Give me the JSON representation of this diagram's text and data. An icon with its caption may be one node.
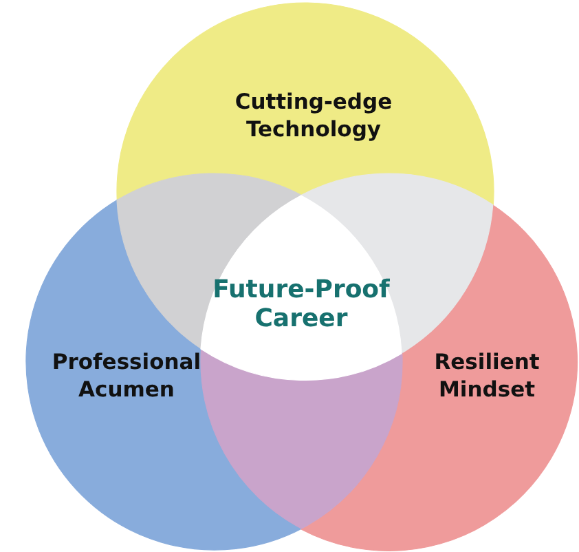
{
  "diagram": {
    "nodes": [
      {
        "text": [
          "Cutting-edge Technology"
        ]
      },
      {
        "text": [],
        "shape": "lens"
      },
      {
        "text": [],
        "shape": "lens"
      },
      {
        "text": [
          "Future-Proof Career"
        ]
      },
      {
        "text": [
          "Professional Acumen"
        ]
      },
      {
        "text": [
          "Resilient Mindset"
        ]
      },
      {
        "text": [],
        "shape": "lens"
      }
    ]
  }
}
